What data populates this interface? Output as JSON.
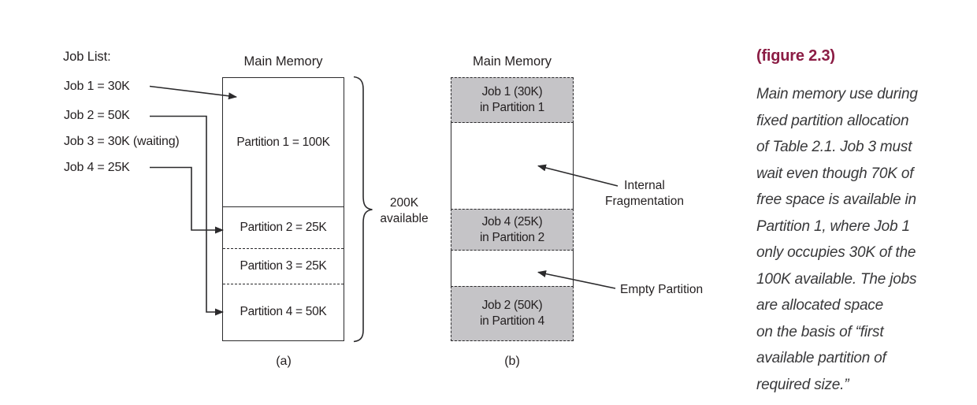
{
  "figure": {
    "tag": "(figure 2.3)",
    "caption_lines": [
      "Main memory use during",
      "fixed partition allocation",
      "of Table 2.1. Job 3 must",
      "wait even though 70K of",
      "free space is available in",
      "Partition 1, where Job 1",
      "only occupies 30K of the",
      "100K available. The jobs",
      "are allocated space",
      "on the basis of “first",
      "available partition of",
      "required size.”"
    ]
  },
  "job_list": {
    "title": "Job List:",
    "jobs": [
      "Job 1 = 30K",
      "Job 2 = 50K",
      "Job 3 = 30K (waiting)",
      "Job 4 = 25K"
    ]
  },
  "diagram_a": {
    "title": "Main Memory",
    "label": "(a)",
    "partitions": [
      "Partition 1 = 100K",
      "Partition 2 = 25K",
      "Partition 3 = 25K",
      "Partition 4 = 50K"
    ],
    "brace_label": {
      "line1": "200K",
      "line2": "available"
    }
  },
  "diagram_b": {
    "title": "Main Memory",
    "label": "(b)",
    "allocations": [
      {
        "line1": "Job 1 (30K)",
        "line2": "in Partition 1"
      },
      {
        "line1": "Job 4 (25K)",
        "line2": "in Partition 2"
      },
      {
        "line1": "Job 2 (50K)",
        "line2": "in Partition 4"
      }
    ],
    "annotations": {
      "internal_fragmentation": {
        "line1": "Internal",
        "line2": "Fragmentation"
      },
      "empty_partition": "Empty Partition"
    }
  },
  "colors": {
    "line": "#2b2a2c",
    "partition_fill": "#c5c4c7",
    "caption_text": "#38383a",
    "accent": "#8b1c44"
  }
}
